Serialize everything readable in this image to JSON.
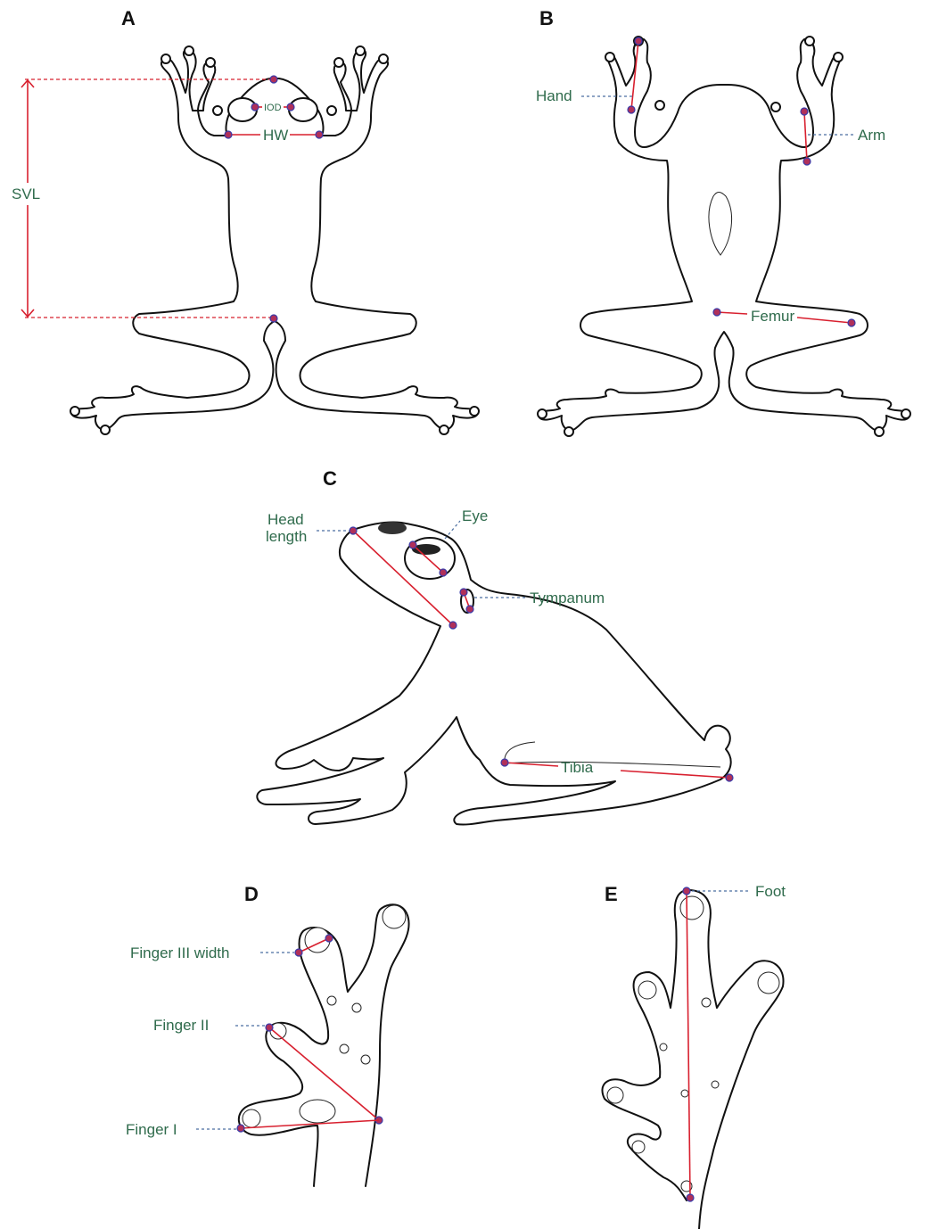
{
  "panels": {
    "a": "A",
    "b": "B",
    "c": "C",
    "d": "D",
    "e": "E"
  },
  "labels": {
    "svl": "SVL",
    "iod": "IOD",
    "hw": "HW",
    "hand": "Hand",
    "arm": "Arm",
    "femur": "Femur",
    "head_length_1": "Head",
    "head_length_2": "length",
    "eye": "Eye",
    "tympanum": "Tympanum",
    "tibia": "Tibia",
    "finger_iii_width": "Finger III width",
    "finger_ii": "Finger II",
    "finger_i": "Finger I",
    "foot": "Foot"
  },
  "colors": {
    "measure_line": "#d8202f",
    "leader_line": "#4a6ea0",
    "label_text": "#2f6b4c",
    "landmark_dot": "#b0305a"
  }
}
